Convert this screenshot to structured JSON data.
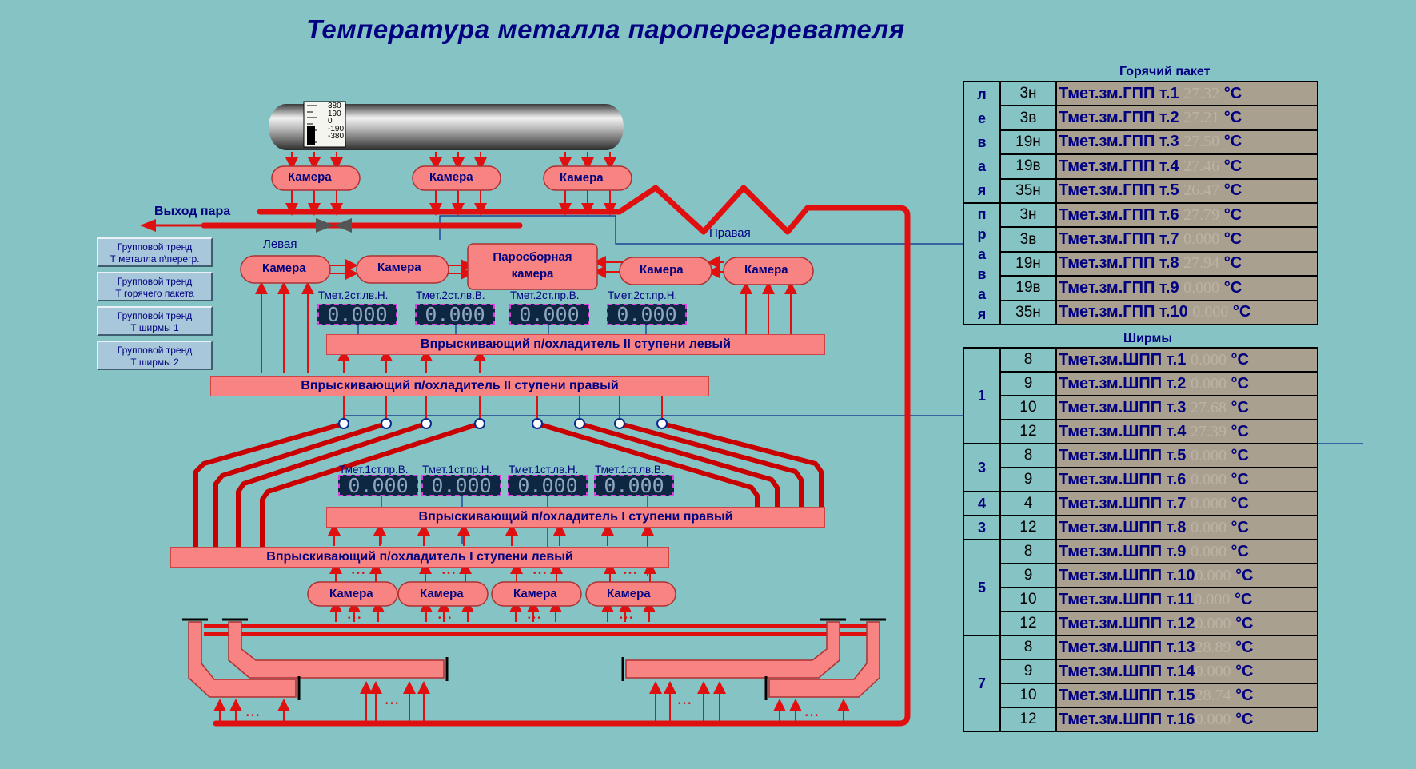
{
  "title": "Температура металла пароперегревателя",
  "drum_scale": [
    "380",
    "190",
    "0",
    "-190",
    "-380"
  ],
  "chamber_label": "Камера",
  "collector_label": "Паросборная камера",
  "steam_out_label": "Выход пара",
  "left_label": "Левая",
  "right_label": "Правая",
  "dots": "• • •",
  "buttons": [
    {
      "line1": "Групповой тренд",
      "line2": "Т металла п\\перегр."
    },
    {
      "line1": "Групповой тренд",
      "line2": "Т горячего пакета"
    },
    {
      "line1": "Групповой тренд",
      "line2": "Т ширмы 1"
    },
    {
      "line1": "Групповой тренд",
      "line2": "Т ширмы 2"
    }
  ],
  "stage2_readouts": [
    {
      "label": "Тмет.2ст.лв.Н.",
      "value": "0.000"
    },
    {
      "label": "Тмет.2ст.лв.В.",
      "value": "0.000"
    },
    {
      "label": "Тмет.2ст.пр.В.",
      "value": "0.000"
    },
    {
      "label": "Тмет.2ст.пр.Н.",
      "value": "0.000"
    }
  ],
  "stage1_readouts": [
    {
      "label": "Тмет.1ст.пр.В.",
      "value": "0.000"
    },
    {
      "label": "Тмет.1ст.пр.Н.",
      "value": "0.000"
    },
    {
      "label": "Тмет.1ст.лв.Н.",
      "value": "0.000"
    },
    {
      "label": "Тмет.1ст.лв.В.",
      "value": "0.000"
    }
  ],
  "bars": {
    "s2_left": "Впрыскивающий п/охладитель II ступени левый",
    "s2_right": "Впрыскивающий п/охладитель II ступени правый",
    "s1_right": "Впрыскивающий п/охладитель I ступени правый",
    "s1_left": "Впрыскивающий п/охладитель I ступени левый"
  },
  "unit": "°С",
  "hot_pack": {
    "title": "Горячий пакет",
    "groups": [
      {
        "side": [
          "л",
          "е",
          "в",
          "а",
          "я"
        ],
        "rows": [
          {
            "num": "3н",
            "name": "Тмет.зм.ГПП т.1",
            "value": "27.32"
          },
          {
            "num": "3в",
            "name": "Тмет.зм.ГПП т.2",
            "value": "27.21"
          },
          {
            "num": "19н",
            "name": "Тмет.зм.ГПП т.3",
            "value": "27.50"
          },
          {
            "num": "19в",
            "name": "Тмет.зм.ГПП т.4",
            "value": "27.46"
          },
          {
            "num": "35н",
            "name": "Тмет.зм.ГПП т.5",
            "value": "26.47"
          }
        ]
      },
      {
        "side": [
          "п",
          "р",
          "а",
          "в",
          "а",
          "я"
        ],
        "rows": [
          {
            "num": "3н",
            "name": "Тмет.зм.ГПП т.6",
            "value": "27.79"
          },
          {
            "num": "3в",
            "name": "Тмет.зм.ГПП т.7",
            "value": "0.000"
          },
          {
            "num": "19н",
            "name": "Тмет.зм.ГПП т.8",
            "value": "27.94"
          },
          {
            "num": "19в",
            "name": "Тмет.зм.ГПП т.9",
            "value": "0.000"
          },
          {
            "num": "35н",
            "name": "Тмет.зм.ГПП т.10",
            "value": "0.000"
          }
        ]
      }
    ]
  },
  "screens": {
    "title": "Ширмы",
    "groups": [
      {
        "id": "1",
        "rows": [
          {
            "num": "8",
            "name": "Тмет.зм.ШПП т.1",
            "value": "0.000"
          },
          {
            "num": "9",
            "name": "Тмет.зм.ШПП т.2",
            "value": "0.000"
          },
          {
            "num": "10",
            "name": "Тмет.зм.ШПП т.3",
            "value": "27.68"
          },
          {
            "num": "12",
            "name": "Тмет.зм.ШПП т.4",
            "value": "27.39"
          }
        ]
      },
      {
        "id": "3",
        "rows": [
          {
            "num": "8",
            "name": "Тмет.зм.ШПП т.5",
            "value": "0.000"
          },
          {
            "num": "9",
            "name": "Тмет.зм.ШПП т.6",
            "value": "0.000"
          }
        ]
      },
      {
        "id": "4",
        "rows": [
          {
            "num": "4",
            "name": "Тмет.зм.ШПП т.7",
            "value": "0.000"
          }
        ]
      },
      {
        "id": "3",
        "rows": [
          {
            "num": "12",
            "name": "Тмет.зм.ШПП т.8",
            "value": "0.000"
          }
        ]
      },
      {
        "id": "5",
        "rows": [
          {
            "num": "8",
            "name": "Тмет.зм.ШПП т.9",
            "value": "0.000"
          },
          {
            "num": "9",
            "name": "Тмет.зм.ШПП т.10",
            "value": "0.000"
          },
          {
            "num": "10",
            "name": "Тмет.зм.ШПП т.11",
            "value": "0.000"
          },
          {
            "num": "12",
            "name": "Тмет.зм.ШПП т.12",
            "value": "0.000"
          }
        ]
      },
      {
        "id": "7",
        "rows": [
          {
            "num": "8",
            "name": "Тмет.зм.ШПП т.13",
            "value": "28.89"
          },
          {
            "num": "9",
            "name": "Тмет.зм.ШПП т.14",
            "value": "0.000"
          },
          {
            "num": "10",
            "name": "Тмет.зм.ШПП т.15",
            "value": "28.74"
          },
          {
            "num": "12",
            "name": "Тмет.зм.ШПП т.16",
            "value": "0.000"
          }
        ]
      }
    ]
  }
}
